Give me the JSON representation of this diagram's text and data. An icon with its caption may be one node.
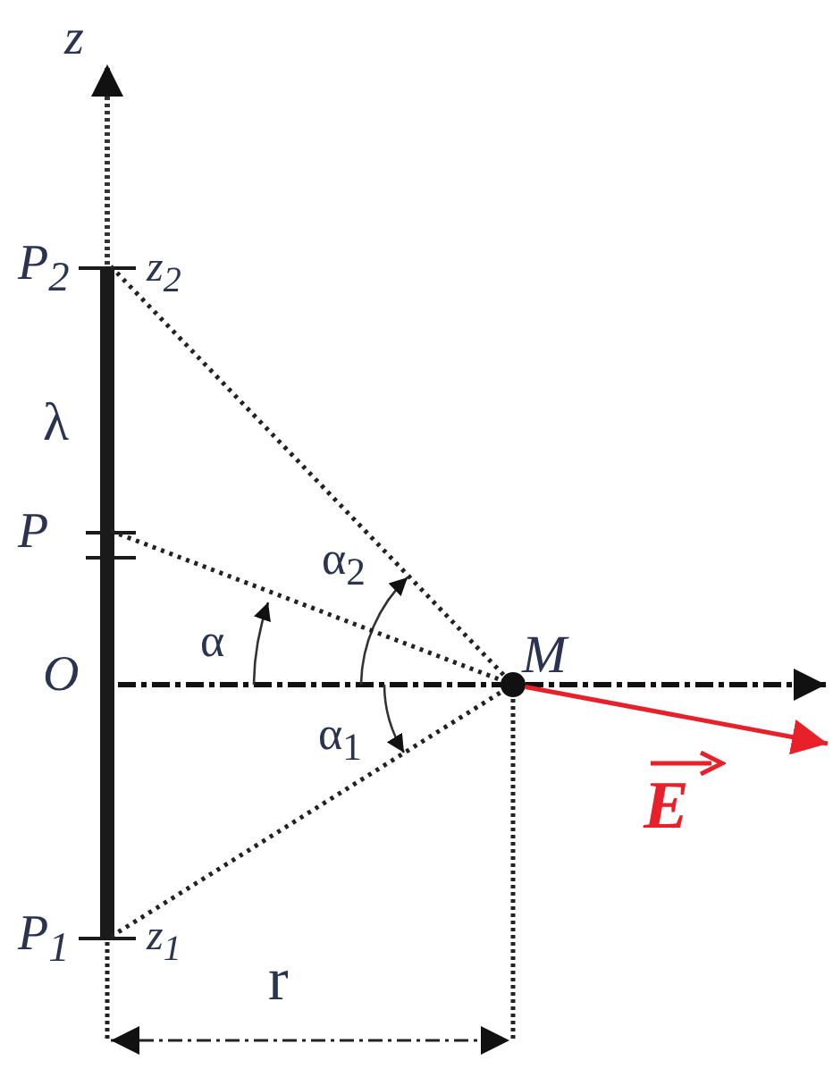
{
  "diagram": {
    "nodes": [
      {
        "text": [
          "P$_{2}$"
        ]
      },
      {
        "text": [
          "P"
        ]
      },
      {
        "text": [
          "P$_{1}$"
        ]
      },
      {
        "text": [],
        "shape": "circle",
        "beside": [
          "M"
        ]
      }
    ],
    "edges": [
      {
        "from": 0,
        "to": 3,
        "arrow": "none",
        "style": "dashed"
      },
      {
        "from": 1,
        "to": 3,
        "arrow": "none",
        "style": "dashed"
      },
      {
        "from": 2,
        "to": 3,
        "arrow": "none",
        "style": "dashed"
      },
      {
        "from": 3,
        "to": null,
        "arrow": "to",
        "label": "E",
        "color": "#e8202a"
      }
    ],
    "labels": [
      "z",
      "z$_{2}$",
      "λ",
      "O",
      "α",
      "α$_{2}$",
      "α$_{1}$",
      "z$_{1}$",
      "r"
    ]
  }
}
